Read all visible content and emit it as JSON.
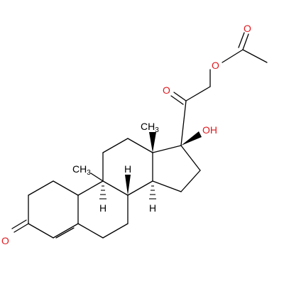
{
  "colors": {
    "bond": "#000000",
    "heteroatom_oxygen": "#e0191e",
    "background": "#ffffff"
  },
  "labels": {
    "ketone_oxygen": "O",
    "side_chain_ketone_oxygen": "O",
    "ester_oxygen": "O",
    "acetyl_carbonyl_oxygen": "O",
    "hydroxyl": "OH",
    "methyl_c10": "CH",
    "methyl_c10_subscript": "3",
    "methyl_c13": "CH",
    "methyl_c13_subscript": "3",
    "hydrogen_c8": "H",
    "hydrogen_c9": "H",
    "hydrogen_c14": "H"
  }
}
